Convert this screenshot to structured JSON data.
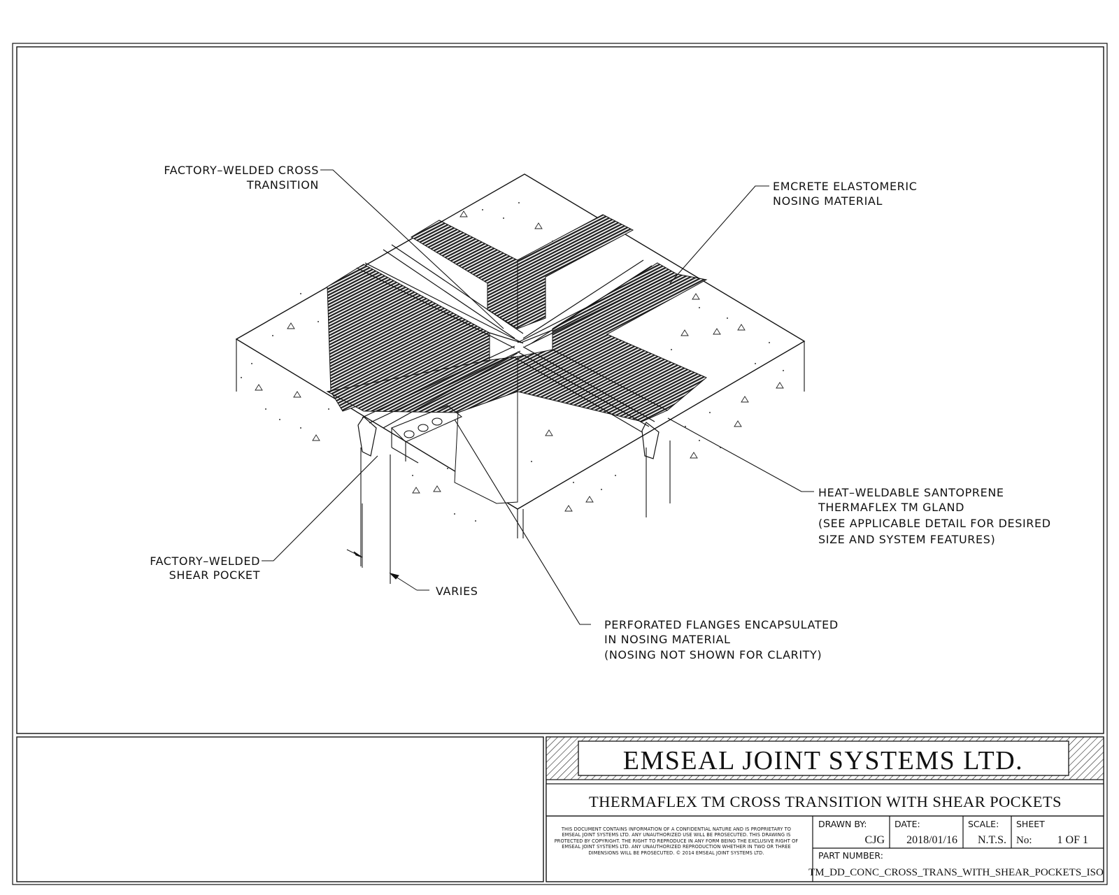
{
  "labels": {
    "cross_transition_1": "FACTORY–WELDED CROSS",
    "cross_transition_2": "TRANSITION",
    "nosing_1": "EMCRETE ELASTOMERIC",
    "nosing_2": "NOSING MATERIAL",
    "gland_1": "HEAT–WELDABLE SANTOPRENE",
    "gland_2": "THERMAFLEX TM GLAND",
    "gland_3": "(SEE APPLICABLE DETAIL FOR DESIRED",
    "gland_4": "SIZE AND SYSTEM FEATURES)",
    "shear_pocket_1": "FACTORY–WELDED",
    "shear_pocket_2": "SHEAR POCKET",
    "varies": "VARIES",
    "flanges_1": "PERFORATED FLANGES ENCAPSULATED",
    "flanges_2": "IN NOSING MATERIAL",
    "flanges_3": "(NOSING NOT SHOWN FOR CLARITY)"
  },
  "title_block": {
    "company": "EMSEAL  JOINT  SYSTEMS  LTD.",
    "drawing_title": "THERMAFLEX TM CROSS TRANSITION WITH SHEAR POCKETS",
    "disclaimer": "THIS DOCUMENT CONTAINS INFORMATION OF A CONFIDENTIAL NATURE AND IS PROPRIETARY TO EMSEAL JOINT SYSTEMS LTD. ANY UNAUTHORIZED USE WILL BE PROSECUTED. THIS DRAWING IS PROTECTED BY COPYRIGHT. THE RIGHT TO REPRODUCE IN ANY FORM BEING THE EXCLUSIVE RIGHT OF EMSEAL JOINT SYSTEMS LTD. ANY UNAUTHORIZED REPRODUCTION WHETHER IN TWO OR THREE DIMENSIONS WILL BE PROSECUTED. © 2014 EMSEAL JOINT SYSTEMS LTD.",
    "drawn_by_label": "DRAWN BY:",
    "drawn_by": "CJG",
    "date_label": "DATE:",
    "date": "2018/01/16",
    "scale_label": "SCALE:",
    "scale": "N.T.S.",
    "sheet_label": "SHEET",
    "sheet_no_label": "No:",
    "sheet_no": "1 OF 1",
    "part_number_label": "PART NUMBER:",
    "part_number": "TM_DD_CONC_CROSS_TRANS_WITH_SHEAR_POCKETS_ISO"
  }
}
